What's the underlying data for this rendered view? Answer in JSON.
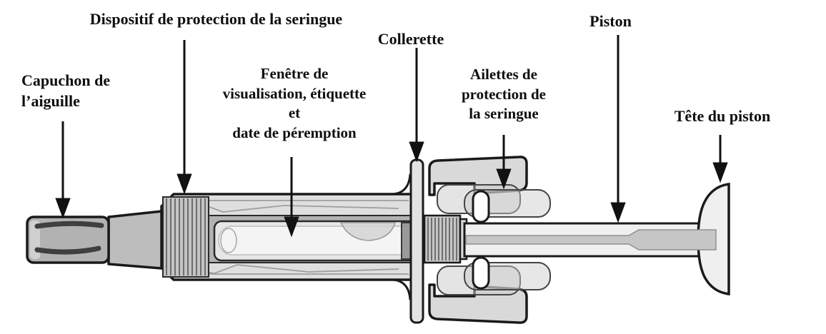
{
  "labels": {
    "safety_device": "Dispositif de protection de la seringue",
    "needle_cap": "Capuchon de\nl’aiguille",
    "window": "Fenêtre de\nvisualisation, étiquette\net\ndate de péremption",
    "collar": "Collerette",
    "wings": "Ailettes de\nprotection de\nla seringue",
    "plunger": "Piston",
    "plunger_head": "Tête du piston"
  },
  "colors": {
    "background": "#ffffff",
    "outline": "#1a1a1a",
    "label_text": "#0e0e0e",
    "body_fill": "#dfdfdf",
    "cap_fill": "#b2b2b2",
    "window_fill": "#f2f2f2",
    "rod_fill": "#f0f0f0"
  }
}
